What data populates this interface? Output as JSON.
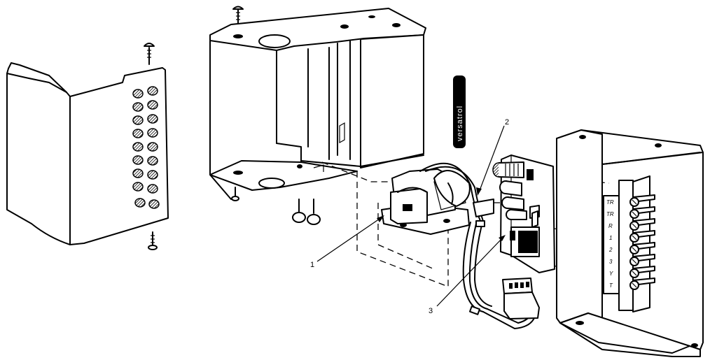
{
  "callouts": {
    "c1": "1",
    "c2": "2",
    "c3": "3"
  },
  "brand_label": "versatrol",
  "terminal_labels": [
    "TR",
    "TR",
    "R",
    "1",
    "2",
    "3",
    "Y",
    "T"
  ],
  "colors": {
    "line": "#000000",
    "background": "#ffffff"
  }
}
